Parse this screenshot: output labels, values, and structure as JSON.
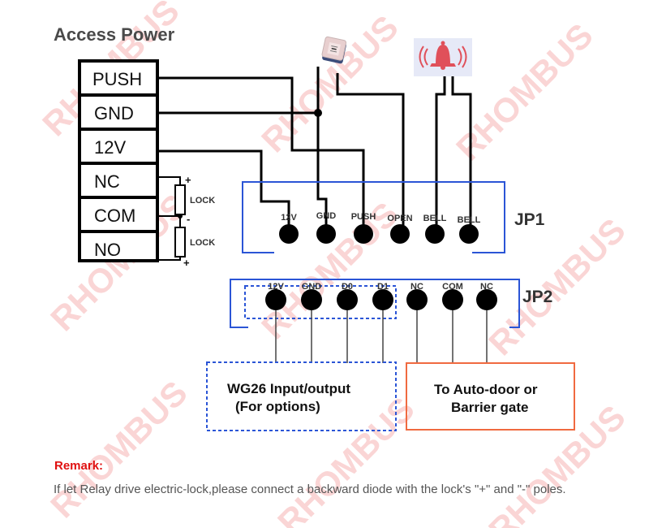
{
  "title": "Access Power",
  "access_power_terminals": [
    {
      "label": "PUSH"
    },
    {
      "label": "GND"
    },
    {
      "label": "12V"
    },
    {
      "label": "NC"
    },
    {
      "label": "COM"
    },
    {
      "label": "NO"
    }
  ],
  "locks": [
    {
      "label": "LOCK",
      "top_polarity": "+",
      "bottom_polarity": "-"
    },
    {
      "label": "LOCK",
      "top_polarity": "-",
      "bottom_polarity": "+"
    }
  ],
  "devices": {
    "exit_button": "exit-button",
    "bell": "bell"
  },
  "jp1": {
    "label": "JP1",
    "pins": [
      "12V",
      "GND",
      "PUSH",
      "OPEN",
      "BELL",
      "BELL"
    ]
  },
  "jp2": {
    "label": "JP2",
    "pins": [
      "12V",
      "GND",
      "D0",
      "D1",
      "NC",
      "COM",
      "NC"
    ]
  },
  "wg26_box": {
    "line1": "WG26 Input/output",
    "line2": "(For options)"
  },
  "autodoor_box": {
    "line1": "To Auto-door or",
    "line2": "Barrier gate"
  },
  "remark": {
    "title": "Remark:",
    "text": "If let Relay drive electric-lock,please connect a backward diode with the lock's \"+\" and \"-\" poles."
  },
  "watermark": "RHOMBUS",
  "colors": {
    "jp_border": "#2b55d6",
    "wg26_border": "#2b55d6",
    "autodoor_border": "#f06a40",
    "remark_title": "#e01010",
    "bell_icon": "#e0505a"
  }
}
